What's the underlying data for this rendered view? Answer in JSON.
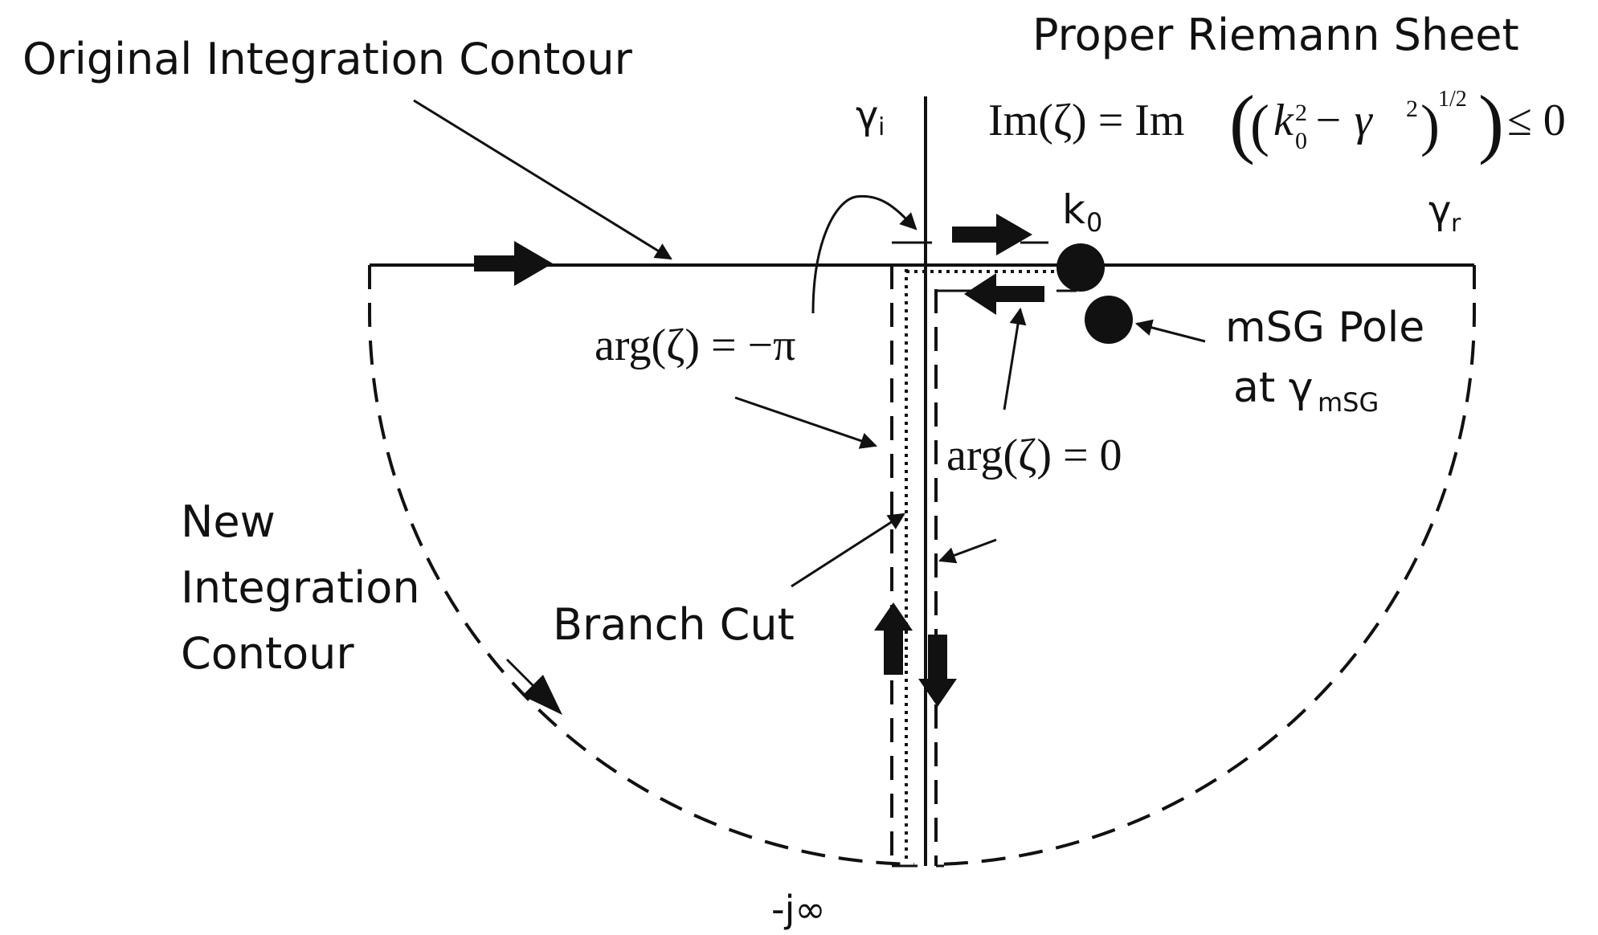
{
  "labels": {
    "original_contour": "Original Integration Contour",
    "riemann_title": "Proper Riemann Sheet",
    "im_lhs": "Im(ζ) = Im",
    "im_k": "k",
    "im_k_sub": "0",
    "im_k_sup": "2",
    "im_minus_gamma": " − γ",
    "im_gamma_sup": "2",
    "im_half": "1/2",
    "im_rhs": "≤ 0",
    "gamma_i": "γ",
    "gamma_i_sub": "i",
    "gamma_r": "γ",
    "gamma_r_sub": "r",
    "k0": "k",
    "k0_sub": "0",
    "arg_minus_pi": "arg(ζ) = −π",
    "arg_zero": "arg(ζ) = 0",
    "msg_pole_line1": "mSG Pole",
    "msg_pole_line2": "at γ",
    "msg_pole_sub": "mSG",
    "new_contour_line1": "New",
    "new_contour_line2": "Integration",
    "new_contour_line3": "Contour",
    "branch_cut": "Branch Cut",
    "minus_j_infinity": "-j∞"
  }
}
